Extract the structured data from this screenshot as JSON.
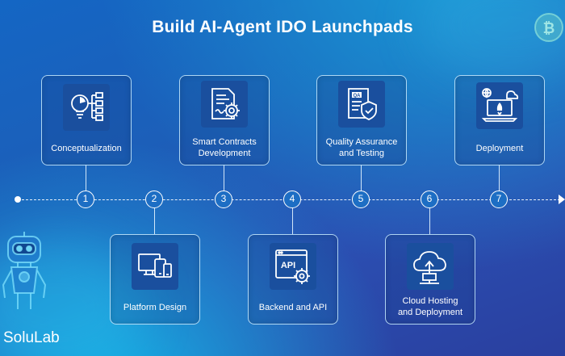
{
  "title": "Build AI-Agent IDO Launchpads",
  "brand": "SoluLab",
  "steps": [
    {
      "number": "1",
      "label_line1": "Conceptualization",
      "label_line2": "",
      "icon": "lightbulb-mindmap-icon"
    },
    {
      "number": "2",
      "label_line1": "Platform Design",
      "label_line2": "",
      "icon": "multi-device-icon"
    },
    {
      "number": "3",
      "label_line1": "Smart Contracts",
      "label_line2": "Development",
      "icon": "contract-gear-icon"
    },
    {
      "number": "4",
      "label_line1": "Backend and API",
      "label_line2": "",
      "icon": "api-window-icon"
    },
    {
      "number": "5",
      "label_line1": "Quality Assurance",
      "label_line2": "and Testing",
      "icon": "qa-shield-icon"
    },
    {
      "number": "6",
      "label_line1": "Cloud Hosting",
      "label_line2": "and Deployment",
      "icon": "cloud-upload-icon"
    },
    {
      "number": "7",
      "label_line1": "Deployment",
      "label_line2": "",
      "icon": "laptop-rocket-icon"
    }
  ],
  "colors": {
    "accent": "#1d6ec4",
    "card_border": "#c8ebff",
    "text": "#ffffff"
  }
}
